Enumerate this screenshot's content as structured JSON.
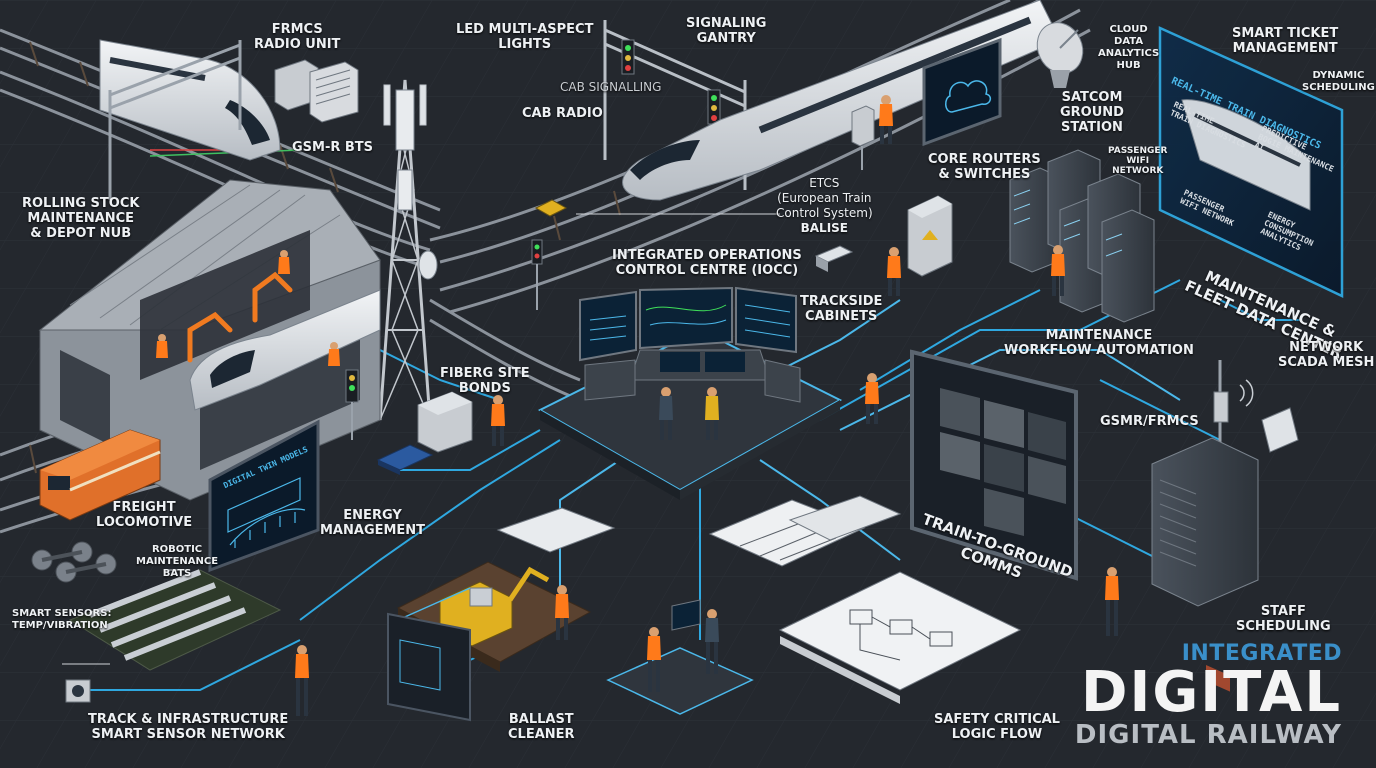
{
  "labels": {
    "frmcs_radio": [
      "FRMCS",
      "RADIO UNIT"
    ],
    "gsmr_bts": [
      "GSM-R BTS"
    ],
    "led_lights": [
      "LED MULTI-ASPECT",
      "LIGHTS"
    ],
    "signaling_gantry": [
      "SIGNALING",
      "GANTRY"
    ],
    "cab_signalling": [
      "CAB SIGNALLING"
    ],
    "cab_radio": [
      "CAB RADIO"
    ],
    "etcs": [
      "ETCS",
      "(European Train",
      "Control System)",
      "BALISE"
    ],
    "core_routers": [
      "CORE ROUTERS",
      "& SWITCHES"
    ],
    "satcom": [
      "SATCOM",
      "GROUND",
      "STATION"
    ],
    "cloud_hub": [
      "CLOUD",
      "DATA",
      "ANALYTICS",
      "HUB"
    ],
    "smart_ticket": [
      "SMART TICKET",
      "MANAGEMENT"
    ],
    "dynamic_scheduling": [
      "DYNAMIC",
      "SCHEDULING"
    ],
    "passenger_wifi": [
      "PASSENGER",
      "WIFI",
      "NETWORK"
    ],
    "rolling_stock": [
      "ROLLING STOCK",
      "MAINTENANCE",
      "& DEPOT NUB"
    ],
    "iocc": [
      "INTEGRATED OPERATIONS",
      "CONTROL CENTRE (IOCC)"
    ],
    "trackside_cabinets": [
      "TRACKSIDE",
      "CABINETS"
    ],
    "maintenance_workflow": [
      "MAINTENANCE",
      "WORKFLOW AUTOMATION"
    ],
    "fleet_data_center": [
      "MAINTENANCE &",
      "FLEET DATA CENTER"
    ],
    "network_scada": [
      "NETWORK",
      "SCADA MESH"
    ],
    "fiber_bonds": [
      "FIBERG SITE",
      "BONDS"
    ],
    "gsmr_frmcs": [
      "GSMR/FRMCS"
    ],
    "freight_loco": [
      "FREIGHT",
      "LOCOMOTIVE"
    ],
    "energy_mgmt": [
      "ENERGY",
      "MANAGEMENT"
    ],
    "robotic_bays": [
      "ROBOTIC",
      "MAINTENANCE",
      "BATS"
    ],
    "smart_sensors": [
      "SMART SENSORS:",
      "TEMP/VIBRATION"
    ],
    "train_to_ground": [
      "TRAIN-TO-GROUND",
      "COMMS"
    ],
    "staff_scheduling": [
      "STAFF",
      "SCHEDULING"
    ],
    "track_network": [
      "TRACK & INFRASTRUCTURE",
      "SMART SENSOR NETWORK"
    ],
    "ballast_cleaner": [
      "BALLAST",
      "CLEANER"
    ],
    "safety_logic": [
      "SAFETY CRITICAL",
      "LOGIC FLOW"
    ]
  },
  "panel": {
    "title": "REAL-TIME TRAIN DIAGNOSTICS",
    "items": [
      "REAL-TIME",
      "TRAIN DIAGNOSTICS",
      "PREDICTIVE",
      "BOGIE MAINTENANCE",
      "AI",
      "PASSENGER",
      "WIFI NETWORK",
      "ENERGY",
      "CONSUMPTION",
      "ANALYTICS"
    ]
  },
  "screen_texts": {
    "twin": "DIGITAL TWIN MODELS"
  },
  "brand": {
    "line1": "INTEGRATED",
    "line2": "DIGITAL",
    "line3": "DIGITAL RAILWAY"
  },
  "colors": {
    "background": "#24282e",
    "accent": "#2fa8e0",
    "vest": "#ff7a1a",
    "brand_blue": "#3a8fc9"
  }
}
